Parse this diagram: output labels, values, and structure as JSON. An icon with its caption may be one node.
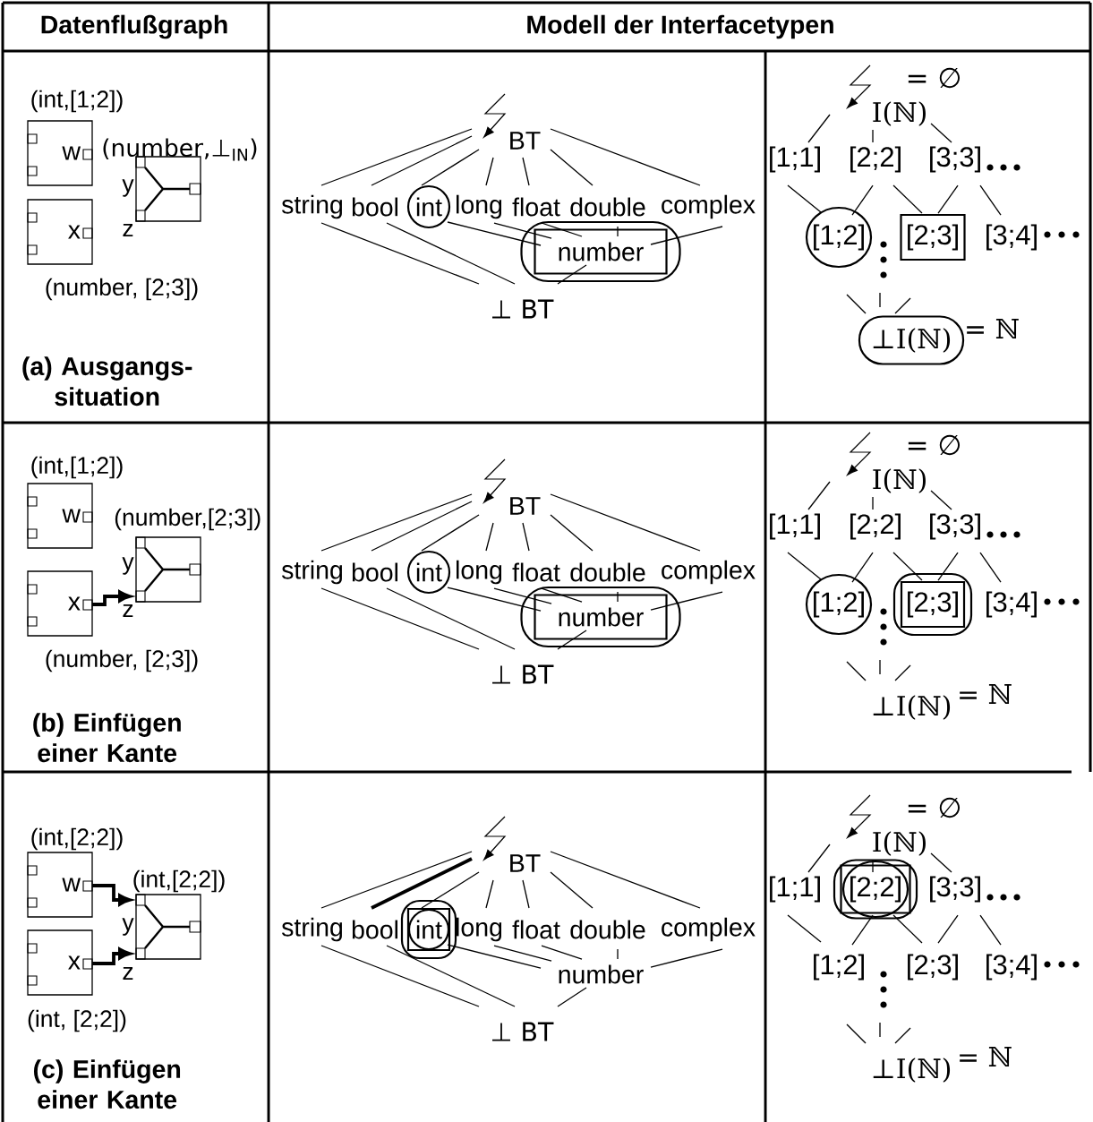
{
  "diagram": {
    "nodes": [
      {
        "text": [
          "w"
        ],
        "beside": [
          "(int,[1;2])"
        ]
      },
      {
        "text": [
          "x"
        ],
        "beside": [
          "(number, [2;3])"
        ]
      },
      {
        "text": [],
        "shape": "box",
        "beside": [
          "(number,⊥$_{IN}$)",
          "y",
          "z"
        ]
      },
      {
        "text": [
          "BT"
        ]
      },
      {
        "text": [
          "string"
        ]
      },
      {
        "text": [
          "bool"
        ]
      },
      {
        "text": [
          "int"
        ]
      },
      {
        "text": [
          "long"
        ]
      },
      {
        "text": [
          "float"
        ]
      },
      {
        "text": [
          "double"
        ]
      },
      {
        "text": [
          "complex"
        ]
      },
      {
        "text": [
          "number"
        ]
      },
      {
        "text": [
          "⊥ BT"
        ]
      },
      {
        "text": [
          "I(ℕ)"
        ],
        "beside": [
          "= ∅"
        ]
      },
      {
        "text": [
          "[1;1]"
        ]
      },
      {
        "text": [
          "[2;2]"
        ]
      },
      {
        "text": [
          "[3;3]"
        ]
      },
      {
        "text": [
          "[1;2]"
        ]
      },
      {
        "text": [
          "[2;3]"
        ]
      },
      {
        "text": [
          "[3;4]"
        ]
      },
      {
        "text": [
          "⊥I(ℕ)"
        ],
        "beside": [
          "= ℕ"
        ]
      },
      {
        "text": [
          "w"
        ],
        "beside": [
          "(int,[1;2])"
        ]
      },
      {
        "text": [
          "x"
        ],
        "beside": [
          "(number, [2;3])"
        ]
      },
      {
        "text": [],
        "shape": "box",
        "beside": [
          "(number,[2;3])",
          "y",
          "z"
        ]
      },
      {
        "text": [
          "BT"
        ]
      },
      {
        "text": [
          "string"
        ]
      },
      {
        "text": [
          "bool"
        ]
      },
      {
        "text": [
          "int"
        ]
      },
      {
        "text": [
          "long"
        ]
      },
      {
        "text": [
          "float"
        ]
      },
      {
        "text": [
          "double"
        ]
      },
      {
        "text": [
          "complex"
        ]
      },
      {
        "text": [
          "number"
        ]
      },
      {
        "text": [
          "⊥ BT"
        ]
      },
      {
        "text": [
          "I(ℕ)"
        ],
        "beside": [
          "= ∅"
        ]
      },
      {
        "text": [
          "[1;1]"
        ]
      },
      {
        "text": [
          "[2;2]"
        ]
      },
      {
        "text": [
          "[3;3]"
        ]
      },
      {
        "text": [
          "[1;2]"
        ]
      },
      {
        "text": [
          "[2;3]"
        ]
      },
      {
        "text": [
          "[3;4]"
        ]
      },
      {
        "text": [
          "⊥I(ℕ)"
        ],
        "beside": [
          "= ℕ"
        ]
      },
      {
        "text": [
          "w"
        ],
        "beside": [
          "(int,[2;2])"
        ]
      },
      {
        "text": [
          "x"
        ],
        "beside": [
          "(int, [2;2])"
        ]
      },
      {
        "text": [],
        "shape": "box",
        "beside": [
          "(int,[2;2])",
          "y",
          "z"
        ]
      },
      {
        "text": [
          "BT"
        ]
      },
      {
        "text": [
          "string"
        ]
      },
      {
        "text": [
          "bool"
        ]
      },
      {
        "text": [
          "int"
        ]
      },
      {
        "text": [
          "long"
        ]
      },
      {
        "text": [
          "float"
        ]
      },
      {
        "text": [
          "double"
        ]
      },
      {
        "text": [
          "complex"
        ]
      },
      {
        "text": [
          "number"
        ]
      },
      {
        "text": [
          "⊥ BT"
        ]
      },
      {
        "text": [
          "I(ℕ)"
        ],
        "beside": [
          "= ∅"
        ]
      },
      {
        "text": [
          "[1;1]"
        ]
      },
      {
        "text": [
          "[2;2]"
        ]
      },
      {
        "text": [
          "[3;3]"
        ]
      },
      {
        "text": [
          "[1;2]"
        ]
      },
      {
        "text": [
          "[2;3]"
        ]
      },
      {
        "text": [
          "[3;4]"
        ]
      },
      {
        "text": [
          "⊥I(ℕ)"
        ],
        "beside": [
          "= ℕ"
        ]
      }
    ],
    "edges": [
      {
        "from": 3,
        "to": 4,
        "arrow": "none"
      },
      {
        "from": 3,
        "to": 5,
        "arrow": "none"
      },
      {
        "from": 3,
        "to": 6,
        "arrow": "none"
      },
      {
        "from": 3,
        "to": 7,
        "arrow": "none"
      },
      {
        "from": 3,
        "to": 8,
        "arrow": "none"
      },
      {
        "from": 3,
        "to": 9,
        "arrow": "none"
      },
      {
        "from": 3,
        "to": 10,
        "arrow": "none"
      },
      {
        "from": 4,
        "to": 12,
        "arrow": "none"
      },
      {
        "from": 5,
        "to": 12,
        "arrow": "none"
      },
      {
        "from": 6,
        "to": 11,
        "arrow": "none"
      },
      {
        "from": 7,
        "to": 11,
        "arrow": "none"
      },
      {
        "from": 8,
        "to": 11,
        "arrow": "none"
      },
      {
        "from": 9,
        "to": 11,
        "arrow": "none"
      },
      {
        "from": 10,
        "to": 11,
        "arrow": "none"
      },
      {
        "from": 11,
        "to": 12,
        "arrow": "none"
      },
      {
        "from": 13,
        "to": 14,
        "arrow": "none"
      },
      {
        "from": 13,
        "to": 15,
        "arrow": "none"
      },
      {
        "from": 13,
        "to": 16,
        "arrow": "none"
      },
      {
        "from": 14,
        "to": 17,
        "arrow": "none"
      },
      {
        "from": 15,
        "to": 17,
        "arrow": "none"
      },
      {
        "from": 15,
        "to": 18,
        "arrow": "none"
      },
      {
        "from": 16,
        "to": 18,
        "arrow": "none"
      },
      {
        "from": 16,
        "to": 19,
        "arrow": "none"
      },
      {
        "from": 20,
        "to": null,
        "arrow": "none"
      },
      {
        "from": 20,
        "to": null,
        "arrow": "none"
      },
      {
        "from": 20,
        "to": null,
        "arrow": "none"
      },
      {
        "from": 22,
        "to": 23,
        "arrow": "to",
        "style": "thick"
      },
      {
        "from": 24,
        "to": 25,
        "arrow": "none"
      },
      {
        "from": 24,
        "to": 26,
        "arrow": "none"
      },
      {
        "from": 24,
        "to": 27,
        "arrow": "none"
      },
      {
        "from": 24,
        "to": 28,
        "arrow": "none"
      },
      {
        "from": 24,
        "to": 29,
        "arrow": "none"
      },
      {
        "from": 24,
        "to": 30,
        "arrow": "none"
      },
      {
        "from": 24,
        "to": 31,
        "arrow": "none"
      },
      {
        "from": 25,
        "to": 33,
        "arrow": "none"
      },
      {
        "from": 26,
        "to": 33,
        "arrow": "none"
      },
      {
        "from": 27,
        "to": 32,
        "arrow": "none"
      },
      {
        "from": 28,
        "to": 32,
        "arrow": "none"
      },
      {
        "from": 29,
        "to": 32,
        "arrow": "none"
      },
      {
        "from": 30,
        "to": 32,
        "arrow": "none"
      },
      {
        "from": 31,
        "to": 32,
        "arrow": "none"
      },
      {
        "from": 32,
        "to": 33,
        "arrow": "none"
      },
      {
        "from": 34,
        "to": 35,
        "arrow": "none"
      },
      {
        "from": 34,
        "to": 36,
        "arrow": "none"
      },
      {
        "from": 34,
        "to": 37,
        "arrow": "none"
      },
      {
        "from": 35,
        "to": 38,
        "arrow": "none"
      },
      {
        "from": 36,
        "to": 38,
        "arrow": "none"
      },
      {
        "from": 36,
        "to": 39,
        "arrow": "none"
      },
      {
        "from": 37,
        "to": 39,
        "arrow": "none"
      },
      {
        "from": 37,
        "to": 40,
        "arrow": "none"
      },
      {
        "from": 41,
        "to": null,
        "arrow": "none"
      },
      {
        "from": 41,
        "to": null,
        "arrow": "none"
      },
      {
        "from": 41,
        "to": null,
        "arrow": "none"
      },
      {
        "from": 42,
        "to": 44,
        "arrow": "to",
        "style": "thick"
      },
      {
        "from": 43,
        "to": 44,
        "arrow": "to",
        "style": "thick"
      },
      {
        "from": 45,
        "to": 46,
        "arrow": "none"
      },
      {
        "from": 45,
        "to": 47,
        "arrow": "none",
        "style": "thick"
      },
      {
        "from": 45,
        "to": 48,
        "arrow": "none"
      },
      {
        "from": 45,
        "to": 49,
        "arrow": "none"
      },
      {
        "from": 45,
        "to": 50,
        "arrow": "none"
      },
      {
        "from": 45,
        "to": 51,
        "arrow": "none"
      },
      {
        "from": 45,
        "to": 52,
        "arrow": "none"
      },
      {
        "from": 46,
        "to": 54,
        "arrow": "none"
      },
      {
        "from": 47,
        "to": 54,
        "arrow": "none"
      },
      {
        "from": 48,
        "to": 53,
        "arrow": "none"
      },
      {
        "from": 49,
        "to": 53,
        "arrow": "none"
      },
      {
        "from": 50,
        "to": 53,
        "arrow": "none"
      },
      {
        "from": 51,
        "to": 53,
        "arrow": "none"
      },
      {
        "from": 52,
        "to": 53,
        "arrow": "none"
      },
      {
        "from": 53,
        "to": 54,
        "arrow": "none"
      },
      {
        "from": 55,
        "to": 56,
        "arrow": "none"
      },
      {
        "from": 55,
        "to": 57,
        "arrow": "none"
      },
      {
        "from": 55,
        "to": 58,
        "arrow": "none"
      },
      {
        "from": 56,
        "to": 59,
        "arrow": "none"
      },
      {
        "from": 57,
        "to": 59,
        "arrow": "none"
      },
      {
        "from": 57,
        "to": 60,
        "arrow": "none"
      },
      {
        "from": 58,
        "to": 60,
        "arrow": "none"
      },
      {
        "from": 58,
        "to": 61,
        "arrow": "none"
      },
      {
        "from": 62,
        "to": null,
        "arrow": "none"
      },
      {
        "from": 62,
        "to": null,
        "arrow": "none"
      },
      {
        "from": 62,
        "to": null,
        "arrow": "none"
      }
    ],
    "labels": [
      "Datenflußgraph",
      "Modell der Interfacetypen",
      "(a) Ausgangs- situation",
      "(b) Einfügen einer Kante",
      "(c) Einfügen einer Kante"
    ]
  }
}
